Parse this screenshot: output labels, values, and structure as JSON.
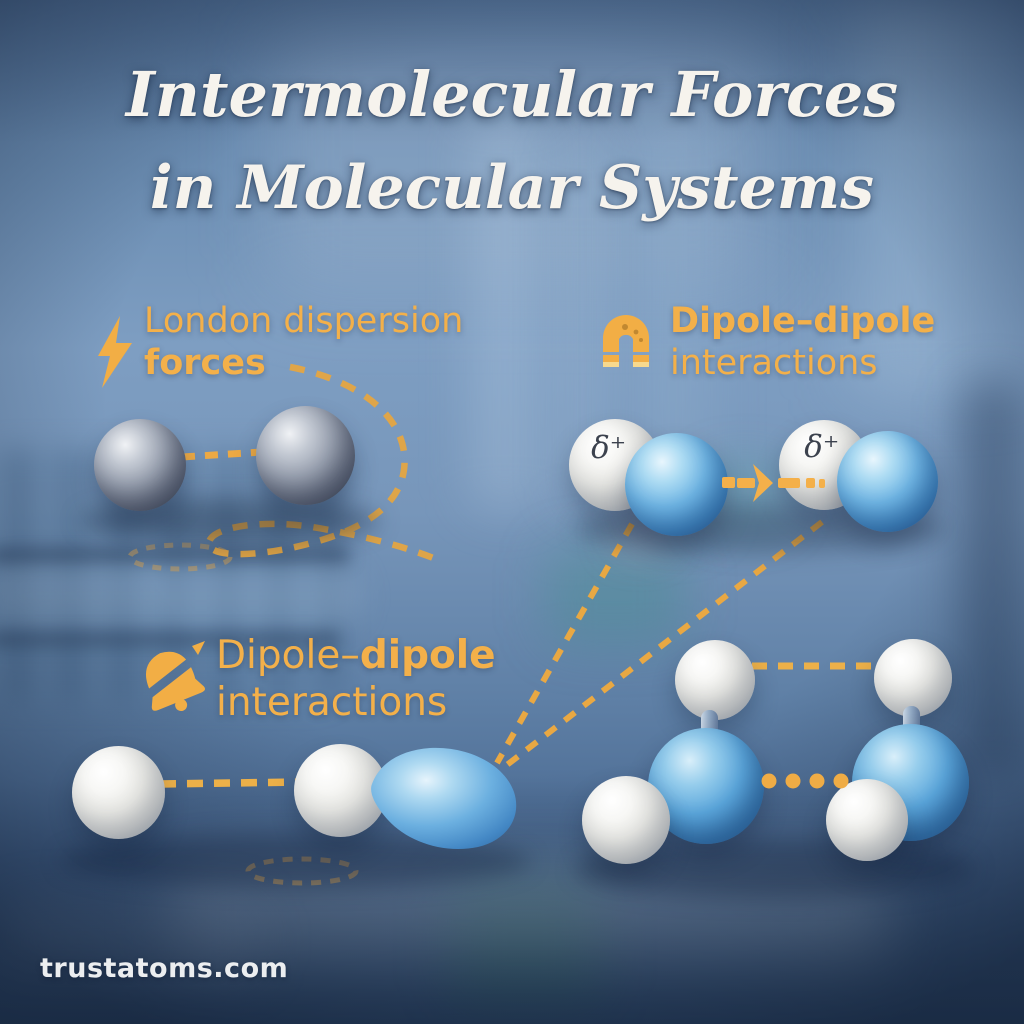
{
  "title": {
    "line1": "Intermolecular Forces",
    "line2": "in Molecular Systems"
  },
  "labels": {
    "london": {
      "line1": "London dispersion",
      "line2": "forces",
      "icon": "lightning-icon"
    },
    "dipole_top": {
      "line1": "Dipole–dipole",
      "line2": "interactions",
      "icon": "magnet-icon"
    },
    "dipole_left": {
      "line1_regular": "Dipole–",
      "line1_bold": "dipole",
      "line2": "interactions",
      "icon": "bell-slash-icon"
    }
  },
  "annotations": {
    "delta_plus": "δ⁺"
  },
  "watermark": {
    "text": "trustatoms.com"
  },
  "colors": {
    "accent_orange": "#F2AE45",
    "title_white": "#F6F3ED",
    "label_orange": "#F3B04A",
    "sphere_blue": "#4F9DD4",
    "sphere_gray": "#8A92A2",
    "sphere_white": "#EFEFED",
    "background_blue": "#6D8FB5"
  }
}
